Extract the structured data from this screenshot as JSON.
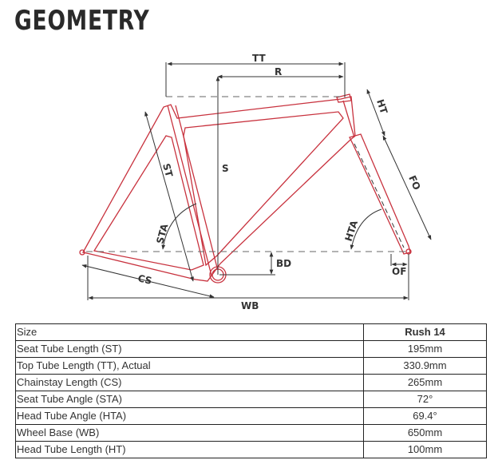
{
  "title": "GEOMETRY",
  "diagram": {
    "labels": {
      "tt": "TT",
      "r": "R",
      "ht": "HT",
      "st": "ST",
      "s": "S",
      "fo": "FO",
      "sta": "STA",
      "hta": "HTA",
      "bd": "BD",
      "of": "OF",
      "cs": "CS",
      "wb": "WB"
    },
    "frame_color": "#c8323e"
  },
  "table": {
    "header": {
      "label": "Size",
      "value": "Rush 14"
    },
    "rows": [
      {
        "label": "Seat Tube Length (ST)",
        "value": "195mm"
      },
      {
        "label": "Top Tube Length (TT), Actual",
        "value": "330.9mm"
      },
      {
        "label": "Chainstay Length (CS)",
        "value": "265mm"
      },
      {
        "label": "Seat Tube Angle (STA)",
        "value": "72°"
      },
      {
        "label": "Head Tube Angle (HTA)",
        "value": "69.4°"
      },
      {
        "label": "Wheel Base (WB)",
        "value": "650mm"
      },
      {
        "label": "Head Tube Length (HT)",
        "value": "100mm"
      }
    ]
  }
}
